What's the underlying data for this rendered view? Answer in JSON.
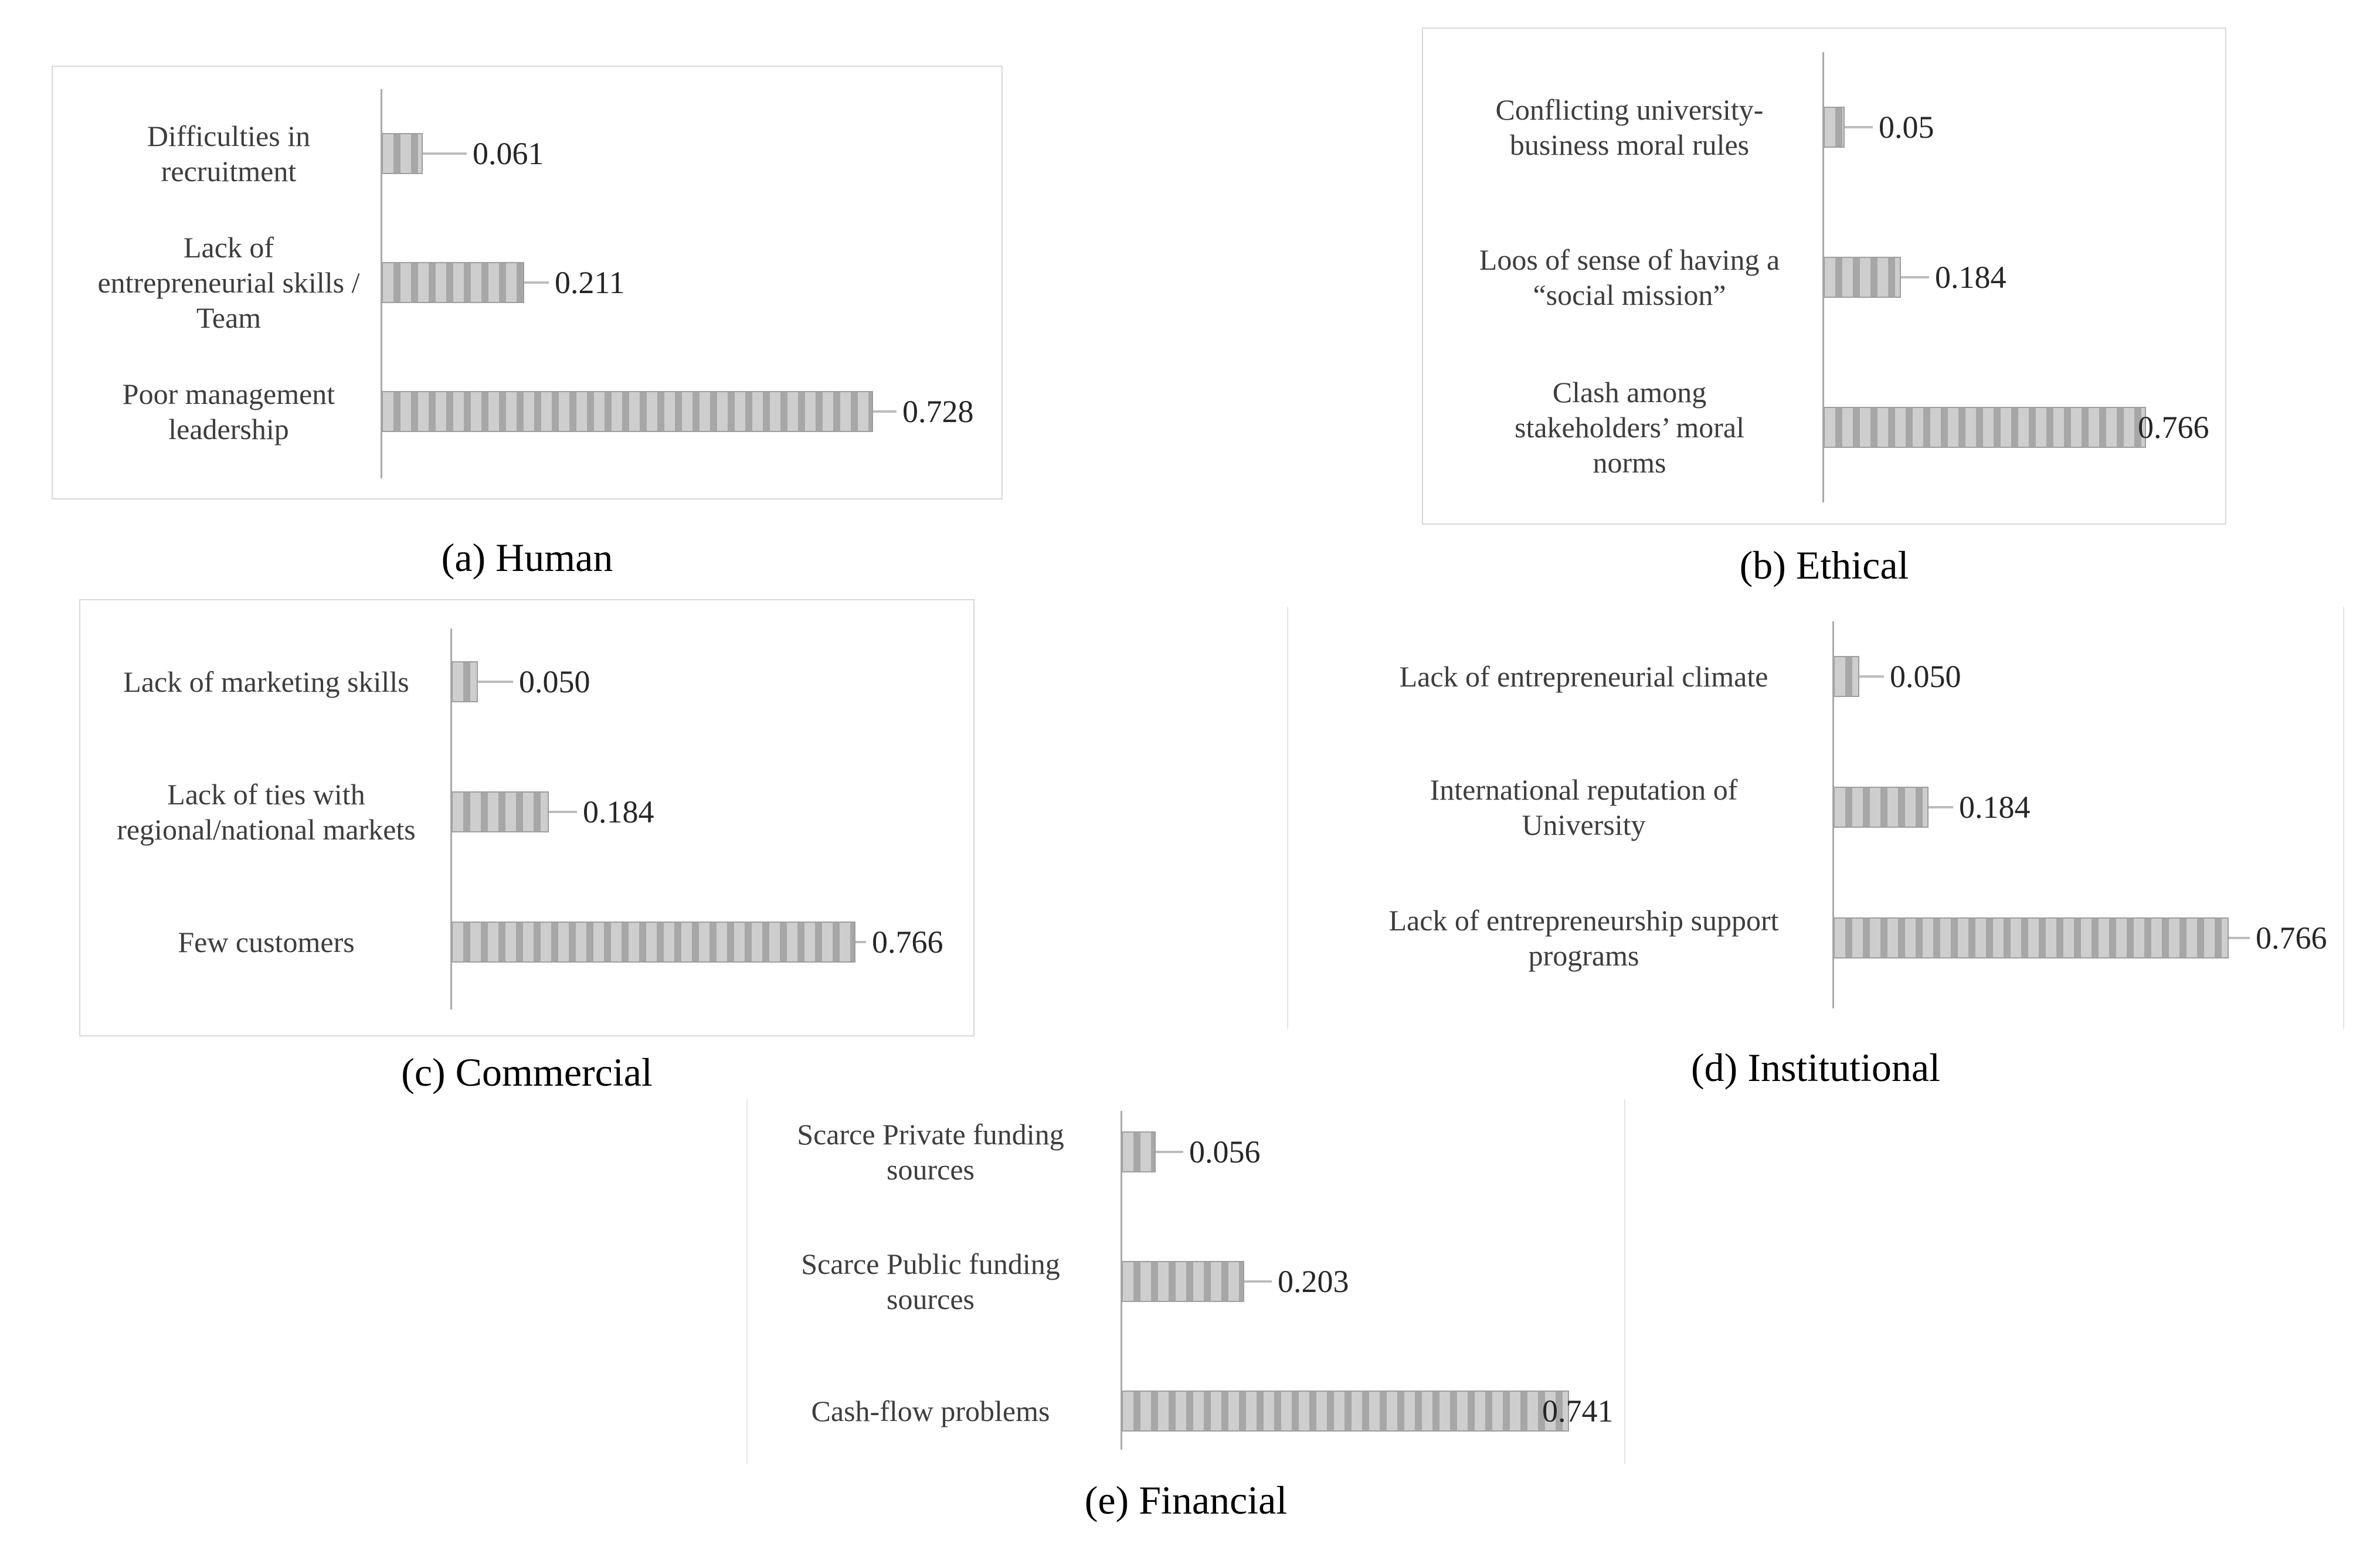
{
  "figure": {
    "panels": [
      {
        "caption": "(a) Human",
        "rows": [
          {
            "label": "Difficulties in\nrecruitment",
            "value": 0.061,
            "value_label": "0.061"
          },
          {
            "label": "Lack of\nentrepreneurial skills /\nTeam",
            "value": 0.211,
            "value_label": "0.211"
          },
          {
            "label": "Poor management\nleadership",
            "value": 0.728,
            "value_label": "0.728"
          }
        ]
      },
      {
        "caption": "(b) Ethical",
        "rows": [
          {
            "label": "Conflicting university-\nbusiness moral rules",
            "value": 0.05,
            "value_label": "0.05"
          },
          {
            "label": "Loos of sense of having a\n“social mission”",
            "value": 0.184,
            "value_label": "0.184"
          },
          {
            "label": "Clash among\nstakeholders’ moral\nnorms",
            "value": 0.766,
            "value_label": "0.766"
          }
        ]
      },
      {
        "caption": "(c) Commercial",
        "rows": [
          {
            "label": "Lack of marketing skills",
            "value": 0.05,
            "value_label": "0.050"
          },
          {
            "label": "Lack of ties with\nregional/national markets",
            "value": 0.184,
            "value_label": "0.184"
          },
          {
            "label": "Few customers",
            "value": 0.766,
            "value_label": "0.766"
          }
        ]
      },
      {
        "caption": "(d) Institutional",
        "rows": [
          {
            "label": "Lack of entrepreneurial climate",
            "value": 0.05,
            "value_label": "0.050"
          },
          {
            "label": "International reputation of\nUniversity",
            "value": 0.184,
            "value_label": "0.184"
          },
          {
            "label": "Lack of entrepreneurship support\nprograms",
            "value": 0.766,
            "value_label": "0.766"
          }
        ]
      },
      {
        "caption": "(e) Financial",
        "rows": [
          {
            "label": "Scarce Private funding\nsources",
            "value": 0.056,
            "value_label": "0.056"
          },
          {
            "label": "Scarce Public funding\nsources",
            "value": 0.203,
            "value_label": "0.203"
          },
          {
            "label": "Cash-flow problems",
            "value": 0.741,
            "value_label": "0.741"
          }
        ]
      }
    ]
  },
  "chart_data": [
    {
      "type": "bar",
      "orientation": "horizontal",
      "title": "(a) Human",
      "categories": [
        "Difficulties in recruitment",
        "Lack of entrepreneurial skills / Team",
        "Poor management leadership"
      ],
      "values": [
        0.061,
        0.211,
        0.728
      ],
      "xlim": [
        0,
        1
      ],
      "grid": false,
      "legend": false
    },
    {
      "type": "bar",
      "orientation": "horizontal",
      "title": "(b) Ethical",
      "categories": [
        "Conflicting university-business moral rules",
        "Loos of sense of having a “social mission”",
        "Clash among stakeholders’ moral norms"
      ],
      "values": [
        0.05,
        0.184,
        0.766
      ],
      "xlim": [
        0,
        1
      ],
      "grid": false,
      "legend": false
    },
    {
      "type": "bar",
      "orientation": "horizontal",
      "title": "(c) Commercial",
      "categories": [
        "Lack of marketing skills",
        "Lack of ties with regional/national markets",
        "Few customers"
      ],
      "values": [
        0.05,
        0.184,
        0.766
      ],
      "xlim": [
        0,
        1
      ],
      "grid": false,
      "legend": false
    },
    {
      "type": "bar",
      "orientation": "horizontal",
      "title": "(d) Institutional",
      "categories": [
        "Lack of entrepreneurial climate",
        "International reputation of University",
        "Lack of entrepreneurship support programs"
      ],
      "values": [
        0.05,
        0.184,
        0.766
      ],
      "xlim": [
        0,
        1
      ],
      "grid": false,
      "legend": false
    },
    {
      "type": "bar",
      "orientation": "horizontal",
      "title": "(e) Financial",
      "categories": [
        "Scarce Private funding sources",
        "Scarce Public funding sources",
        "Cash-flow problems"
      ],
      "values": [
        0.056,
        0.203,
        0.741
      ],
      "xlim": [
        0,
        1
      ],
      "grid": false,
      "legend": false
    }
  ]
}
